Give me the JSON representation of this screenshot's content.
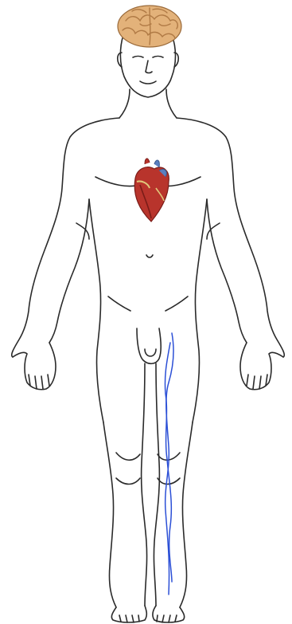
{
  "figure": {
    "subject": "human-body-front",
    "organs": [
      "brain",
      "heart"
    ],
    "vessel": "vein",
    "colors": {
      "background": "#ffffff",
      "outline": "#2a2a2a",
      "brain_base": "#e3b27a",
      "brain_fold": "#b07a45",
      "heart_base": "#b8342c",
      "heart_dark": "#7a1c18",
      "heart_vessel_blue": "#5a7fbf",
      "heart_fat": "#e0c87a",
      "vein": "#2b4fd6"
    }
  }
}
